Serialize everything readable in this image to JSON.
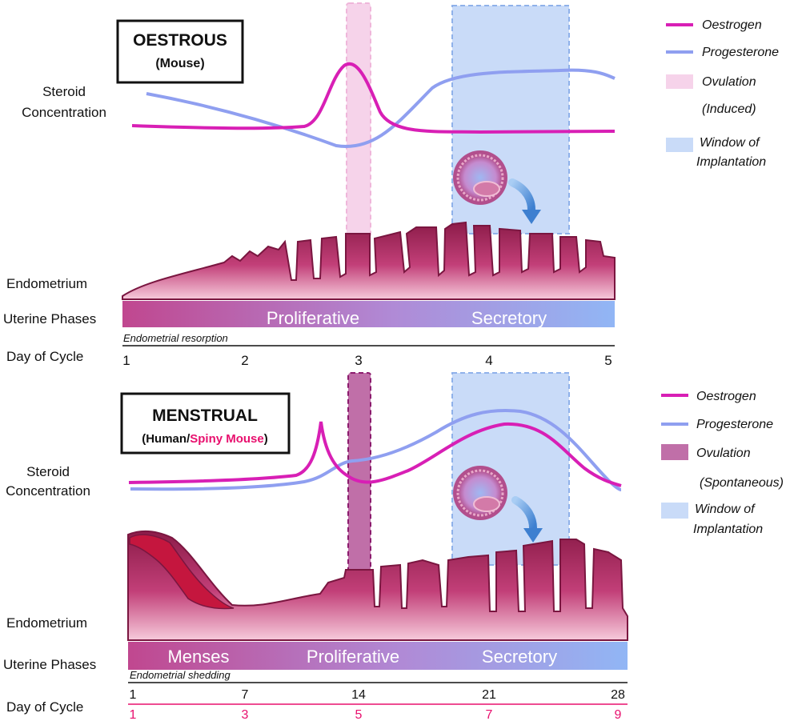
{
  "colors": {
    "oestrogen": "#d81fb5",
    "progesterone": "#8f9ff0",
    "ovulation_induced": "#f6d3ea",
    "ovulation_spontaneous": "#c06fa8",
    "window_of_implantation": "#c9dbf8",
    "endometrium_dark": "#8c1c49",
    "endometrium_light": "#f2bfd2",
    "phase_bar_start": "#c0478f",
    "phase_bar_end": "#91b6f5",
    "spiny_mouse_accent": "#e8106e"
  },
  "panels": [
    {
      "title": "OESTROUS",
      "subtitle": "(Mouse)",
      "labels": {
        "steroid_line1": "Steroid",
        "steroid_line2": "Concentration",
        "endometrium": "Endometrium",
        "uterine_phases": "Uterine Phases",
        "day_of_cycle": "Day of Cycle"
      },
      "legend": {
        "oestrogen": "Oestrogen",
        "progesterone": "Progesterone",
        "ovulation": "Ovulation",
        "ovulation_type": "(Induced)",
        "woi_line1": "Window of",
        "woi_line2": "Implantation"
      },
      "phases": [
        "Proliferative",
        "Secretory"
      ],
      "phase_note": "Endometrial resorption",
      "days": [
        "1",
        "2",
        "3",
        "4",
        "5"
      ]
    },
    {
      "title": "MENSTRUAL",
      "subtitle_open": "(Human/",
      "subtitle_accent": "Spiny Mouse",
      "subtitle_close": ")",
      "labels": {
        "steroid_line1": "Steroid",
        "steroid_line2": "Concentration",
        "endometrium": "Endometrium",
        "uterine_phases": "Uterine Phases",
        "day_of_cycle": "Day of Cycle"
      },
      "legend": {
        "oestrogen": "Oestrogen",
        "progesterone": "Progesterone",
        "ovulation": "Ovulation",
        "ovulation_type": "(Spontaneous)",
        "woi_line1": "Window of",
        "woi_line2": "Implantation"
      },
      "phases": [
        "Menses",
        "Proliferative",
        "Secretory"
      ],
      "phase_note": "Endometrial shedding",
      "days_human": [
        "1",
        "7",
        "14",
        "21",
        "28"
      ],
      "days_spiny": [
        "1",
        "3",
        "5",
        "7",
        "9"
      ]
    }
  ]
}
